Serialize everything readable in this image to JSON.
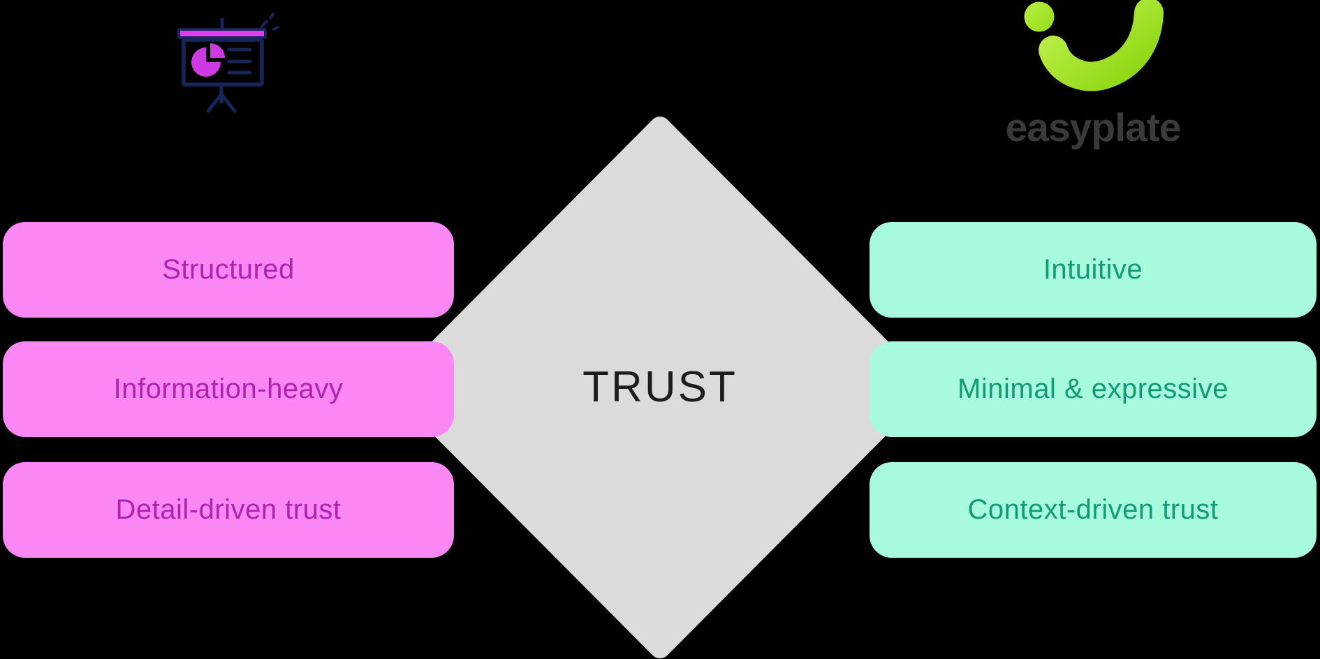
{
  "center": {
    "label": "TRUST"
  },
  "left_column": {
    "icon": "presentation-chart-icon",
    "items": [
      {
        "label": "Structured"
      },
      {
        "label": "Information-heavy"
      },
      {
        "label": "Detail-driven trust"
      }
    ]
  },
  "right_column": {
    "brand": "easyplate",
    "icon": "easyplate-smile-logo",
    "items": [
      {
        "label": "Intuitive"
      },
      {
        "label": "Minimal & expressive"
      },
      {
        "label": "Context-driven trust"
      }
    ]
  },
  "colors": {
    "background": "#000000",
    "diamond_fill": "#dbdbdb",
    "trust_text": "#1d1d1d",
    "pink_fill": "#fb87f5",
    "pink_text": "#ad23b0",
    "teal_fill": "#a8fadf",
    "teal_text": "#109b74",
    "icon_navy": "#182558",
    "icon_magenta": "#cd39e3",
    "icon_bar_magenta": "#e33cf0",
    "logo_lime_light": "#c0f14e",
    "logo_lime_dark": "#8ed713",
    "brand_text": "#3a3a3c"
  }
}
